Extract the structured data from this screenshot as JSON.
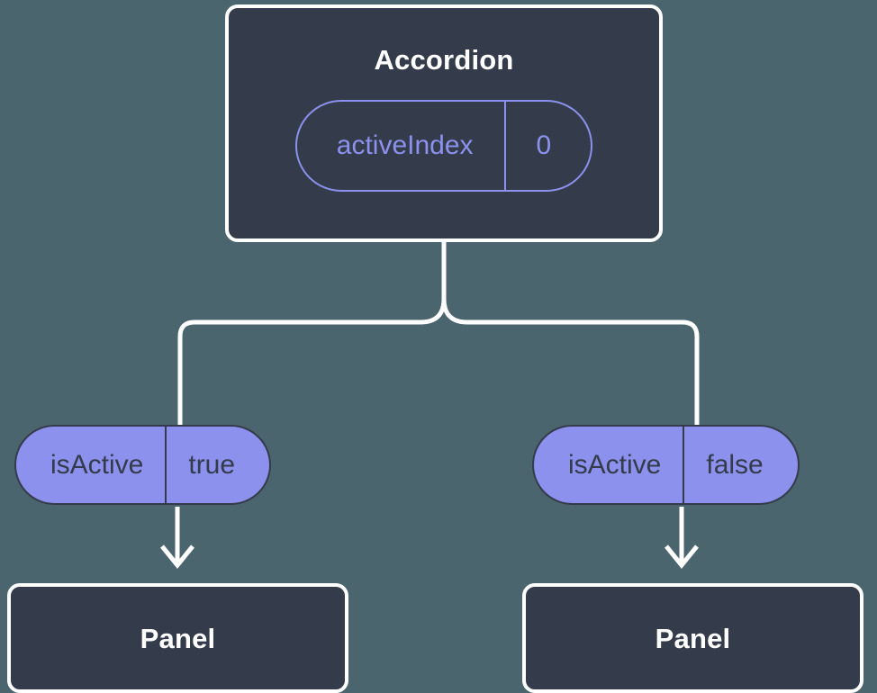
{
  "diagram": {
    "type": "component-tree",
    "title": "Accordion state propagation",
    "background_color": "#4b656f",
    "node_fill_color": "#343b4a",
    "node_border_color": "#ffffff",
    "accent_color": "#8b91ec",
    "connector_color": "#ffffff"
  },
  "root": {
    "label": "Accordion",
    "badge": {
      "key": "activeIndex",
      "value": "0",
      "style": "outlined"
    }
  },
  "branches": [
    {
      "badge": {
        "key": "isActive",
        "value": "true",
        "style": "filled"
      },
      "child": {
        "label": "Panel"
      }
    },
    {
      "badge": {
        "key": "isActive",
        "value": "false",
        "style": "filled"
      },
      "child": {
        "label": "Panel"
      }
    }
  ],
  "connectors": {
    "trunk_icon": "vertical-line",
    "split_icon": "tree-branch",
    "arrow_icon": "arrow-down"
  }
}
